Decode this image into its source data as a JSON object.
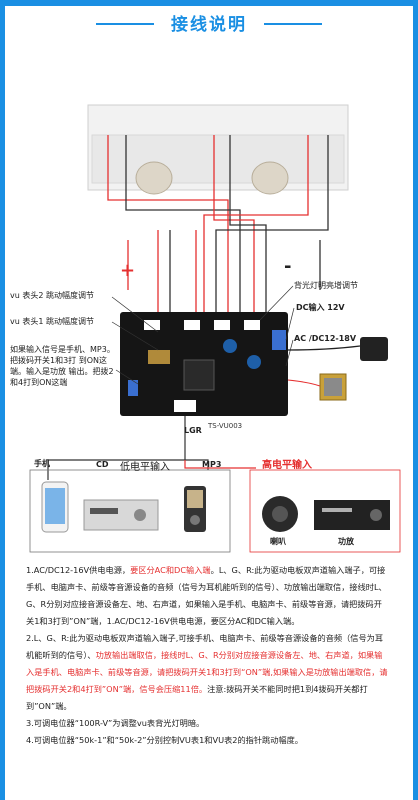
{
  "title": "接线说明",
  "diagram": {
    "plus": "+",
    "minus": "-",
    "board_model": "TS-VU003",
    "label_vu2": "vu 表头2 跳动幅度调节",
    "label_vu1": "vu 表头1 跳动幅度调节",
    "label_backlight": "背光灯明亮增调节",
    "label_dc": "DC输入 12V",
    "label_ac": "AC /DC12-18V",
    "label_lgr": "LGR",
    "label_switch_note": "如果输入信号是手机、MP3。把拨码开关1和3打 到ON这端。输入是功放 输出。把拨2和4打到ON这端",
    "label_phone": "手机",
    "label_cd": "CD",
    "label_low": "低电平输入",
    "label_mp3": "MP3",
    "label_high": "高电平输入",
    "label_speaker": "喇叭",
    "label_amp": "功放",
    "colors": {
      "accent": "#1a8fe3",
      "highlight": "#e53030"
    }
  },
  "description": {
    "p1_a": "1.AC/DC12-16V供电电源，",
    "p1_b": "要区分AC和DC输入端",
    "p1_c": "。L、G、R:此为驱动电板双声道输入端子，可接手机、电脑声卡、前级等音源设备的音频（信号为耳机能听到的信号）、功放输出端取信，接线时L、G、R分别对应接音源设备左、地、右声道，如果输入是手机、电脑声卡、前级等音源，请把拨码开关1和3打到”ON”端，1.AC/DC12-16V供电电源，要区分AC和DC输入端。",
    "p2_a": "2.L、G、R:此为驱动电板双声道输入端子,可接手机、电脑声卡、前级等音源设备的音频（信号为耳机能听到的信号）、",
    "p2_b": "功放输出端取信，接线时L、G、R分别对应接音源设备左、地、右声道，如果输入是手机、电脑声卡、前级等音源，请把拨码开关1和3打到“ON”端,如果输入是功放输出端取信，请把拨码开关2和4打到”ON”端，信号会压缩11倍。",
    "p2_c": "注意:拨码开关不能同时把1到4拨码开关都打到”ON”端。",
    "p3": "3.可调电位器“100R-V”为调整vu表背光灯明暗。",
    "p4": "4.可调电位器“50k-1”和“50k-2”分别控制VU表1和VU表2的指针跳动幅度。"
  }
}
